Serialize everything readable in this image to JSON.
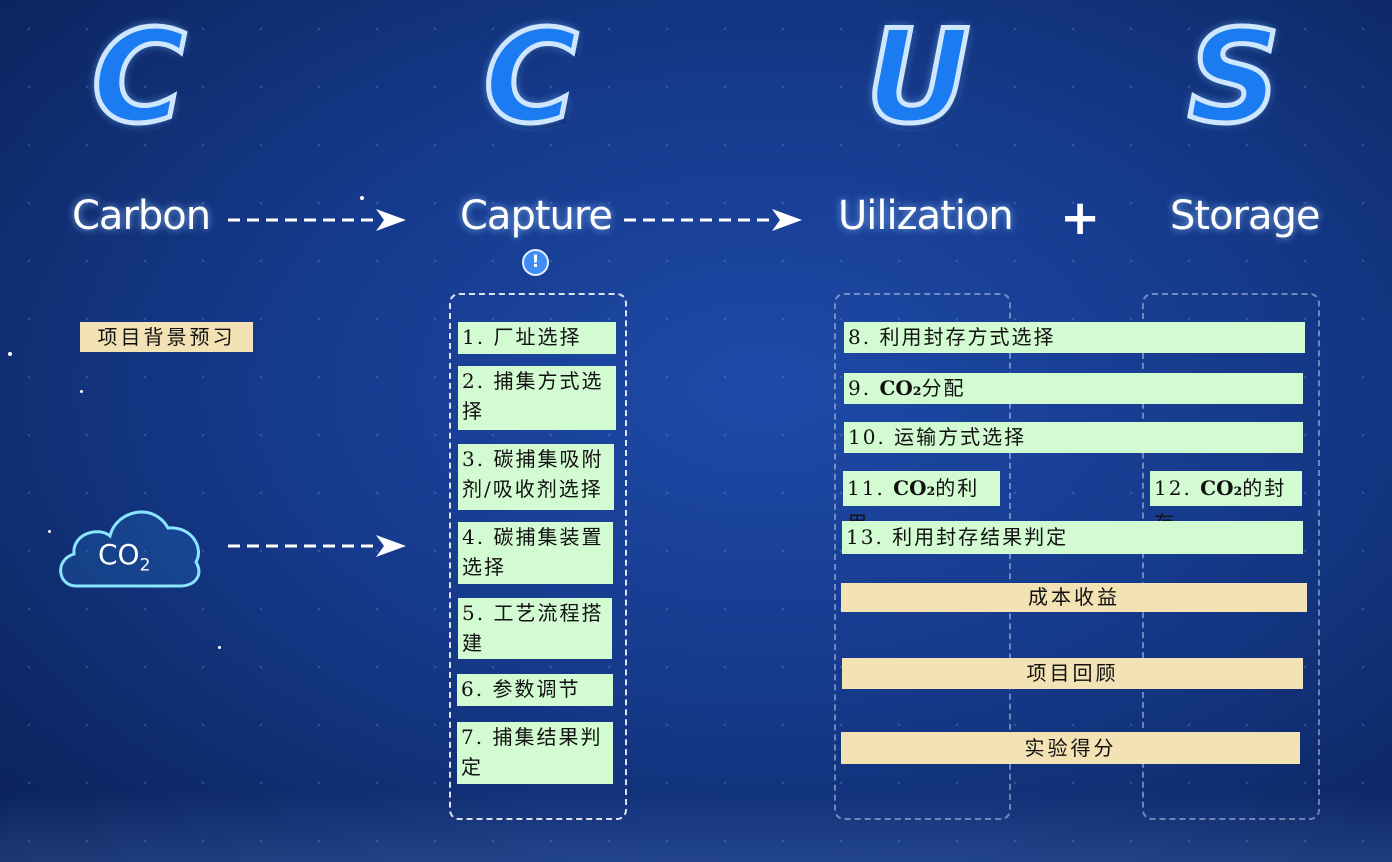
{
  "letters": [
    "C",
    "C",
    "U",
    "S"
  ],
  "words": {
    "carbon": "Carbon",
    "capture": "Capture",
    "utilization": "Uilization",
    "plus": "+",
    "storage": "Storage"
  },
  "info_glyph": "!",
  "cloud": {
    "main": "CO",
    "sub": "2"
  },
  "preview_button": "项目背景预习",
  "capture_steps": [
    {
      "line1": "1. 厂址选择",
      "line2": ""
    },
    {
      "line1": "2. 捕集方式选",
      "line2": "择"
    },
    {
      "line1": "3. 碳捕集吸附",
      "line2": "剂/吸收剂选择"
    },
    {
      "line1": "4. 碳捕集装置",
      "line2": "选择"
    },
    {
      "line1": "5. 工艺流程搭",
      "line2": "建"
    },
    {
      "line1": "6. 参数调节",
      "line2": ""
    },
    {
      "line1": "7. 捕集结果判",
      "line2": "定"
    }
  ],
  "util_steps": {
    "s8": "8. 利用封存方式选择",
    "s9_num": "9. ",
    "s9_chem": "CO₂",
    "s9_text": "分配",
    "s10": "10. 运输方式选择",
    "s11_num": "11. ",
    "s11_chem": "CO₂",
    "s11_text": "的利用",
    "s12_num": "12. ",
    "s12_chem": "CO₂",
    "s12_text": "的封存",
    "s13": "13. 利用封存结果判定"
  },
  "summary": {
    "cost": "成本收益",
    "review": "项目回顾",
    "score": "实验得分"
  },
  "colors": {
    "step_bg": "#d2fbd2",
    "summary_bg": "#f3e2b4",
    "accent": "#1a7cf0"
  }
}
